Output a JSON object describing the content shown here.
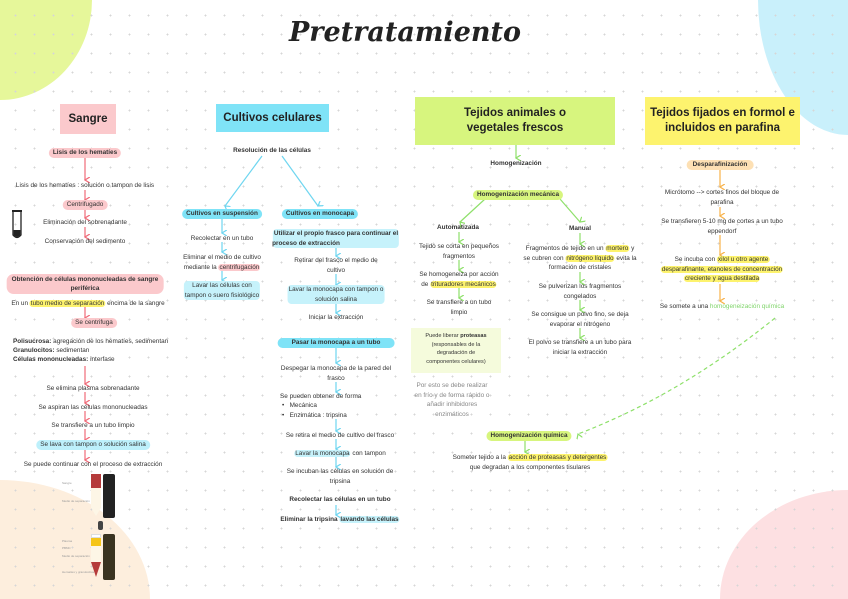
{
  "title": "Pretratamiento",
  "colors": {
    "sangre": "#fbc9cc",
    "cultivos": "#7fe3f7",
    "tejidos": "#d7f57e",
    "fijados": "#fdf36e",
    "arrow_red": "#f06a78",
    "arrow_blue": "#6fd6f0",
    "arrow_green": "#8ee06a",
    "arrow_orange": "#f8b24a"
  },
  "sangre": {
    "header": "Sangre",
    "lisis": "Lisis de los hematíes",
    "lisis_text": "Lisis de los hematíes : solución o tampon de lisis",
    "centrifugado": "Centrifugado",
    "eliminacion": "Eliminación del sobrenadante",
    "conservacion": "Conservación del sedimento",
    "tube_icon": "test-tube-icon",
    "obtencion": "Obtención de células mononucleadas de sangre",
    "obtencion2": "periférica",
    "tubo_pre": "En un ",
    "tubo_hl": "tubo medio de separación",
    "tubo_post": " encima de la sangre",
    "centrifuga": "Se centrifuga",
    "polisucrosa_label": "Polisucrosa:",
    "polisucrosa": " agregación de los hematíes, sedimentan",
    "granulocitos_label": "Granulocitos:",
    "granulocitos": " sedimentan",
    "mono_label": "Células mononucleadas:",
    "mono": " interfase",
    "steps": [
      "Se elimina plasma sobrenadante",
      "Se aspiran las células mononucleadas",
      "Se transfiere a un tubo limpio",
      "Se lava con tampon o solución salina",
      "Se puede continuar con el proceso de extracción"
    ],
    "figure": {
      "top_labels": [
        "Sangre",
        "Medio de separación"
      ],
      "bottom_labels": [
        "Plasma",
        "PBMC",
        "Medio de separación",
        "Hematíes y granulocitos"
      ]
    }
  },
  "cultivos": {
    "header": "Cultivos celulares",
    "resolucion": "Resolución de las células",
    "suspension": {
      "title": "Cultivos en suspensión",
      "s1": "Recolectar en un tubo",
      "s2a": "Eliminar el medio de cultivo",
      "s2b_pre": "mediante la ",
      "s2b_hl": "centrifugación",
      "s3a": "Lavar las células con",
      "s3b": "tampon o suero fisiológico"
    },
    "monocapa": {
      "title": "Cultivos en monocapa",
      "m1a": "Utilizar el propio frasco para continuar el",
      "m1b": "proceso de extracción",
      "m2a": "Retirar del frasco el medio de",
      "m2b": "cultivo",
      "m3a": "Lavar la monocapa con tampon o",
      "m3b": "solución salina",
      "m4": "Iniciar la extracción",
      "pasar": "Pasar la monocapa a un tubo",
      "p1a": "Despegar la monocapa de la pared del",
      "p1b": "frasco",
      "p2": "Se pueden obtener de forma",
      "bullets": [
        "Mecánica",
        "Enzimática : tripsina"
      ],
      "p3": "Se retira el medio de cultivo del frasco",
      "p4_hl": "Lavar la monocapa",
      "p4": " con tampon",
      "p5a": "Se incuban las células en solución de",
      "p5b": "tripsina",
      "p6": "Recolectar las células en un tubo",
      "p7": "Eliminar la tripsina ",
      "p7_hl": "lavando las células"
    }
  },
  "tejidos": {
    "header": "Tejidos animales o vegetales frescos",
    "homog": "Homogenización",
    "mecanica": "Homogenización mecánica",
    "auto": {
      "title": "Automatizada",
      "a1a": "Tejido se corta en pequeños",
      "a1b": "fragmentos",
      "a2a": "Se homogeneiza por acción",
      "a2b_pre": "de ",
      "a2b_hl": "trituradores mecánicos",
      "a3a": "Se transfiere a un tubo",
      "a3b": "limpio"
    },
    "manual": {
      "title": "Manual",
      "m1a_pre": "Fragmentos de tejido en un ",
      "m1a_hl": "mortero",
      "m1a_post": " y",
      "m1b_pre": "se cubren con ",
      "m1b_hl": "nitrógeno líquido",
      "m1b_post": " evita la",
      "m1c": "formación de cristales",
      "m2a": "Se pulverizan los fragmentos",
      "m2b": "congelados",
      "m3a": "Se consigue un polvo fino, se deja",
      "m3b": "evaporar el nitrógeno",
      "m4a": "El polvo se transfiere a un tubo para",
      "m4b": "iniciar la extracción"
    },
    "nota": {
      "l1_pre": "Puede liberar ",
      "l1_b": "proteasas",
      "l2": "(responsables de la",
      "l3": "degradación de",
      "l4": "componentes celulares)"
    },
    "nota2": [
      "Por esto se debe realizar",
      "en frío y de forma rápido o",
      "añadir inhibidores",
      "enzimáticos"
    ],
    "quimica": "Homogenización química",
    "q1_pre": "Someter tejido a la ",
    "q1_hl": "acción de proteasas y detergentes",
    "q2": "que degradan a los componentes tisulares"
  },
  "fijados": {
    "header": "Tejidos fijados en formol e incluidos en parafina",
    "despar": "Desparafinización",
    "f1a": "Micrótomo --> cortes finos del bloque de",
    "f1b": "parafina",
    "f2a": "Se transfieren 5-10 mg de cortes a un tubo",
    "f2b": "eppendorf",
    "f3a_pre": "Se incuba con ",
    "f3a_hl": "xilol u otro agente",
    "f3b": "desparafinante, etanoles de concentración",
    "f3c": "creciente y agua destilada",
    "f4_pre": "Se somete a una ",
    "f4_link": "homogeneización química"
  }
}
